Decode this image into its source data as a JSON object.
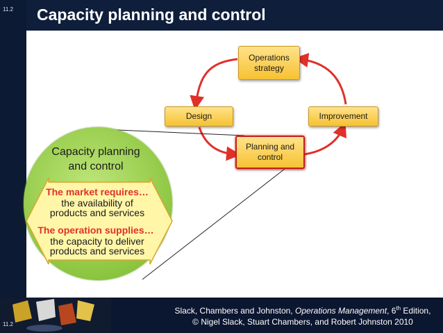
{
  "slide": {
    "number_top": "11.2",
    "number_bottom": "11.2",
    "title": "Capacity planning and control"
  },
  "cycle": {
    "operations_strategy": [
      "Operations",
      "strategy"
    ],
    "design": "Design",
    "improvement": "Improvement",
    "planning_control": [
      "Planning and",
      "control"
    ]
  },
  "circle": {
    "title": [
      "Capacity planning",
      "and control"
    ],
    "market_heading": "The market requires…",
    "market_lines": [
      "the availability of",
      "products and services"
    ],
    "operation_heading": "The operation supplies…",
    "operation_lines": [
      "the capacity to deliver",
      "products and services"
    ]
  },
  "footer": {
    "authors": "Slack, Chambers and Johnston, ",
    "book": "Operations Management",
    "edition_pre": ", 6",
    "edition_sup": "th",
    "edition_post": " Edition,",
    "copyright": "© Nigel Slack, Stuart Chambers, and Robert Johnston 2010"
  },
  "colors": {
    "title_bar": "#0f1e3b",
    "accent_red": "#e0302a",
    "box_fill": "#f7c232",
    "circle_fill": "#8dc641",
    "arrow_fill": "#fff6a8"
  }
}
